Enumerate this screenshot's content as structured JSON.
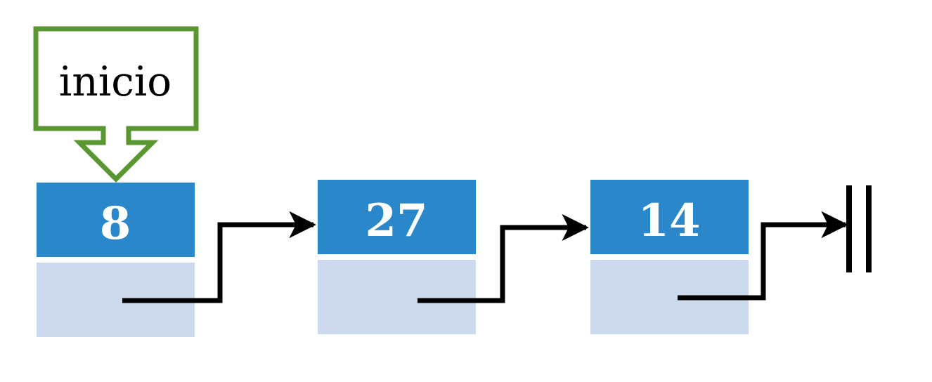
{
  "pointer": {
    "label": "inicio",
    "color": "#5a9632"
  },
  "nodes": [
    {
      "value": "8"
    },
    {
      "value": "27"
    },
    {
      "value": "14"
    }
  ],
  "colors": {
    "value_cell": "#2987ca",
    "next_cell": "#cddaed",
    "value_text": "#ffffff",
    "arrow": "#000000",
    "null_marker": "#000000"
  }
}
